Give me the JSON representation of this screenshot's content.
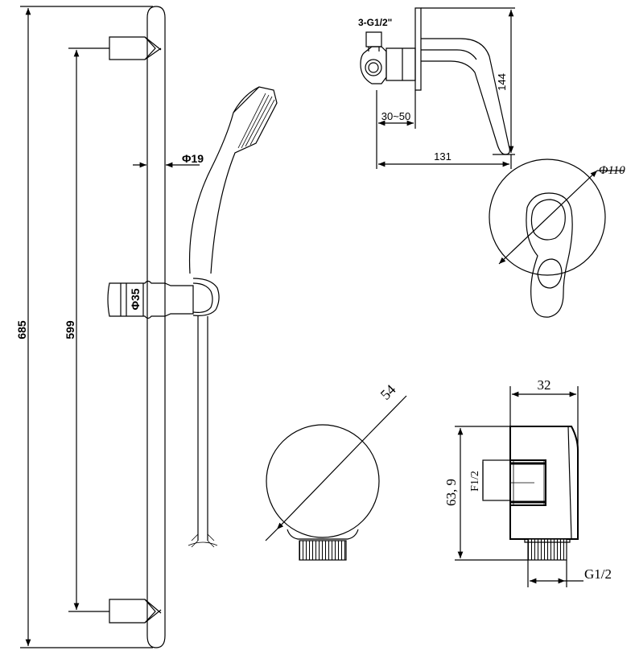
{
  "diagram": {
    "rail_length": "685",
    "bracket_spacing": "599",
    "rail_diameter": "Φ19",
    "holder_diameter": "Φ35",
    "mixer_inlet": "3-G1/2\"",
    "mixer_height": "144",
    "mixer_depth_range": "30~50",
    "mixer_depth": "131",
    "cover_diameter": "Φ110",
    "outlet_diameter": "54",
    "outlet_width": "32",
    "outlet_height": "63, 9",
    "outlet_inner_thread": "F1/2",
    "outlet_outer_thread": "G1/2"
  }
}
